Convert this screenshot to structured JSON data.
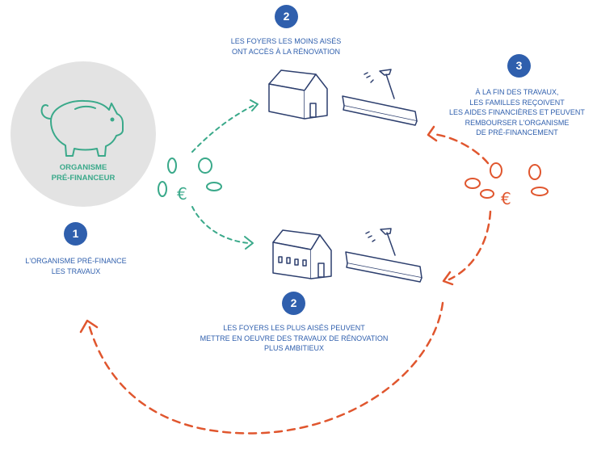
{
  "colors": {
    "blue": "#2f5fad",
    "green": "#3aa98a",
    "red": "#e0562e",
    "line": "#2d3f6e",
    "circle": "#e3e3e3"
  },
  "actor": {
    "line1": "ORGANISME",
    "line2": "PRÉ-FINANCEUR",
    "icon": "piggy-bank-icon"
  },
  "steps": [
    {
      "number": "1",
      "lines": [
        "L'ORGANISME PRÉ-FINANCE",
        "LES TRAVAUX"
      ]
    },
    {
      "number": "2",
      "lines": [
        "LES FOYERS LES MOINS AISÉS",
        "ONT ACCÈS À LA RÉNOVATION"
      ]
    },
    {
      "number": "2",
      "lines": [
        "LES FOYERS LES PLUS AISÉS PEUVENT",
        "METTRE EN OEUVRE DES TRAVAUX DE RÉNOVATION",
        "PLUS AMBITIEUX"
      ]
    },
    {
      "number": "3",
      "lines": [
        "À LA FIN DES TRAVAUX,",
        "LES FAMILLES REÇOIVENT",
        "LES AIDES FINANCIÈRES ET PEUVENT",
        "REMBOURSER L'ORGANISME",
        "DE PRÉ-FINANCEMENT"
      ]
    }
  ],
  "currency_symbol": "€",
  "icons": {
    "house_small": "small-house-icon",
    "house_large": "large-house-icon",
    "tools": "hammer-and-plank-icon",
    "coins": "coins-icon"
  }
}
